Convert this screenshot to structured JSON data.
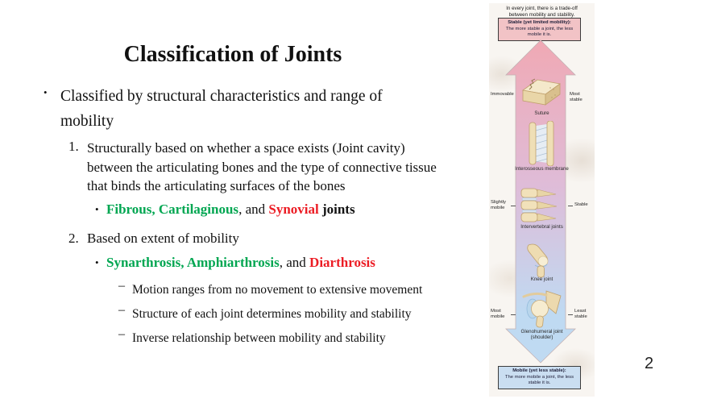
{
  "slide": {
    "title": "Classification of Joints",
    "page_number": "2",
    "colors": {
      "green": "#00a651",
      "red": "#ec1c24"
    },
    "bullets": {
      "marker_dot": "•",
      "marker_dash": "–",
      "b1": "Classified by structural characteristics and range of\nmobility",
      "n1": "1.",
      "i1": "Structurally based on whether a space exists (Joint cavity)\nbetween the articulating bones and the type of connective tissue\nthat binds the articulating surfaces of the bones",
      "s1_green": "Fibrous, Cartilaginous",
      "s1_mid": ", and ",
      "s1_red": "Synovial",
      "s1_tail": " joints",
      "n2": "2.",
      "i2": "Based on extent of mobility",
      "s2_green": "Synarthrosis, Amphiarthrosis",
      "s2_mid": ", and ",
      "s2_red": "Diarthrosis"
    },
    "dashes": [
      "Motion ranges from no movement to extensive movement",
      "Structure of each joint determines mobility and stability",
      "Inverse relationship between mobility and stability"
    ]
  },
  "figure": {
    "top_caption": "In every joint, there is a trade-off between mobility and stability.",
    "stable_box_title": "Stable (yet limited mobility):",
    "stable_box_body": "The more stable a joint, the less mobile it is.",
    "mobile_box_title": "Mobile (yet less stable):",
    "mobile_box_body": "The more mobile a joint, the less stable it is.",
    "arrow_colors": {
      "top": "#f0a9b4",
      "mid": "#dfbcd8",
      "bottom": "#bfdaf2"
    },
    "labels": {
      "immovable": "Immovable",
      "most_stable": "Most stable",
      "slightly_mobile": "Slightly mobile",
      "stable": "Stable",
      "most_mobile": "Most mobile",
      "least_stable": "Least stable",
      "suture": "Suture",
      "interosseous": "Interosseous membrane",
      "intervertebral": "Intervertebral joints",
      "knee": "Knee joint",
      "glenohumeral": "Glenohumeral joint (shoulder)"
    }
  }
}
